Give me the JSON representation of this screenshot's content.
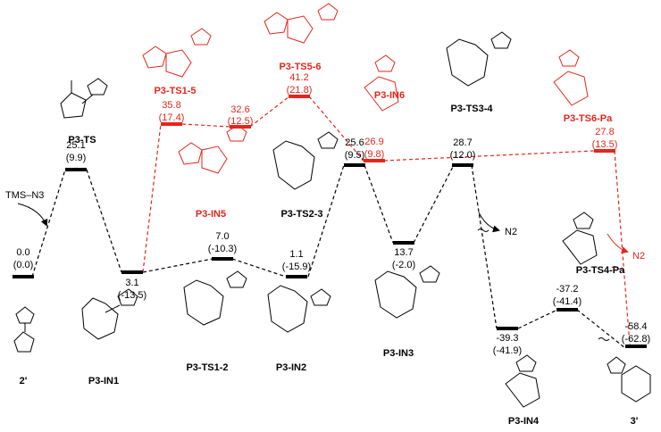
{
  "colors": {
    "black_path": "#000000",
    "red_path": "#e3261b"
  },
  "reagent_label": "TMS–N3",
  "n2_label": "N2",
  "n2_label_2": "N2",
  "structure_labels": {
    "s2p": "2'",
    "in1": "P3-IN1",
    "ts": "P3-TS",
    "ts12": "P3-TS1-2",
    "in2": "P3-IN2",
    "ts23": "P3-TS2-3",
    "in3": "P3-IN3",
    "ts34": "P3-TS3-4",
    "in4": "P3-IN4",
    "ts4pa": "P3-TS4-Pa",
    "s3p": "3'",
    "ts15": "P3-TS1-5",
    "in5": "P3-IN5",
    "ts56": "P3-TS5-6",
    "in6": "P3-IN6",
    "ts6pa": "P3-TS6-Pa"
  },
  "levels": [
    {
      "id": "s2p",
      "e": "0.0",
      "g": "(0.0)",
      "color": "black"
    },
    {
      "id": "ts",
      "e": "25.1",
      "g": "(9.9)",
      "color": "black"
    },
    {
      "id": "in1",
      "e": "3.1",
      "g": "(-13.5)",
      "color": "black"
    },
    {
      "id": "ts12",
      "e": "7.0",
      "g": "(-10.3)",
      "color": "black"
    },
    {
      "id": "in2",
      "e": "1.1",
      "g": "(-15.9)",
      "color": "black"
    },
    {
      "id": "ts23",
      "e": "25.6",
      "g": "(9.5)",
      "color": "black"
    },
    {
      "id": "in3",
      "e": "13.7",
      "g": "(-2.0)",
      "color": "black"
    },
    {
      "id": "ts34",
      "e": "28.7",
      "g": "(12.0)",
      "color": "black"
    },
    {
      "id": "in4",
      "e": "-39.3",
      "g": "(-41.9)",
      "color": "black"
    },
    {
      "id": "ts4pa",
      "e": "-37.2",
      "g": "(-41.4)",
      "color": "black"
    },
    {
      "id": "s3p",
      "e": "-58.4",
      "g": "(-62.8)",
      "color": "black"
    },
    {
      "id": "ts15",
      "e": "35.8",
      "g": "(17.4)",
      "color": "red"
    },
    {
      "id": "in5",
      "e": "32.6",
      "g": "(12.5)",
      "color": "red"
    },
    {
      "id": "ts56",
      "e": "41.2",
      "g": "(21.8)",
      "color": "red"
    },
    {
      "id": "in6",
      "e": "26.9",
      "g": "(9.8)",
      "color": "red"
    },
    {
      "id": "ts6pa",
      "e": "27.8",
      "g": "(13.5)",
      "color": "red"
    }
  ]
}
